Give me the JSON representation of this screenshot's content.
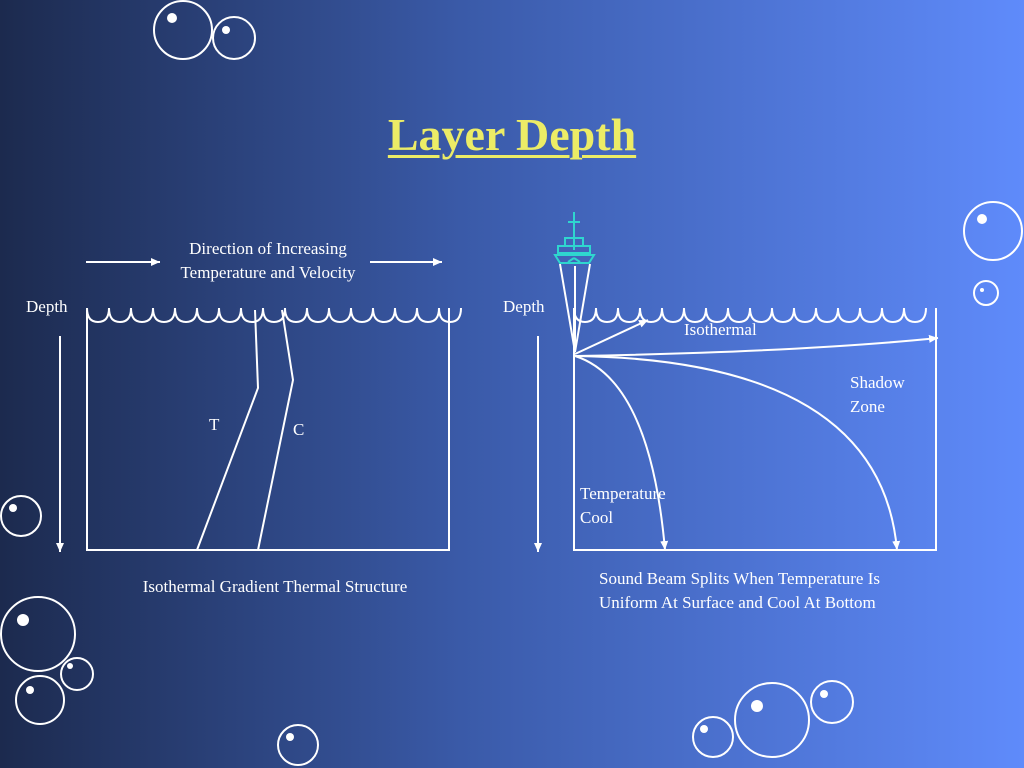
{
  "slide": {
    "title": "Layer Depth"
  },
  "left_diagram": {
    "direction_line1": "Direction of Increasing",
    "direction_line2": "Temperature and Velocity",
    "depth_label": "Depth",
    "curve_t_label": "T",
    "curve_c_label": "C",
    "caption": "Isothermal Gradient Thermal Structure"
  },
  "right_diagram": {
    "depth_label": "Depth",
    "isothermal_label": "Isothermal",
    "shadow_line1": "Shadow",
    "shadow_line2": "Zone",
    "temp_line1": "Temperature",
    "temp_line2": "Cool",
    "caption_line1": "Sound Beam Splits When Temperature Is",
    "caption_line2": "Uniform At Surface and Cool At Bottom"
  },
  "icons": {
    "ship": "ship-icon",
    "bubbles": "bubble-icon"
  },
  "colors": {
    "title": "#ecec66",
    "ship": "#2fd6cf",
    "lines": "#ffffff"
  }
}
